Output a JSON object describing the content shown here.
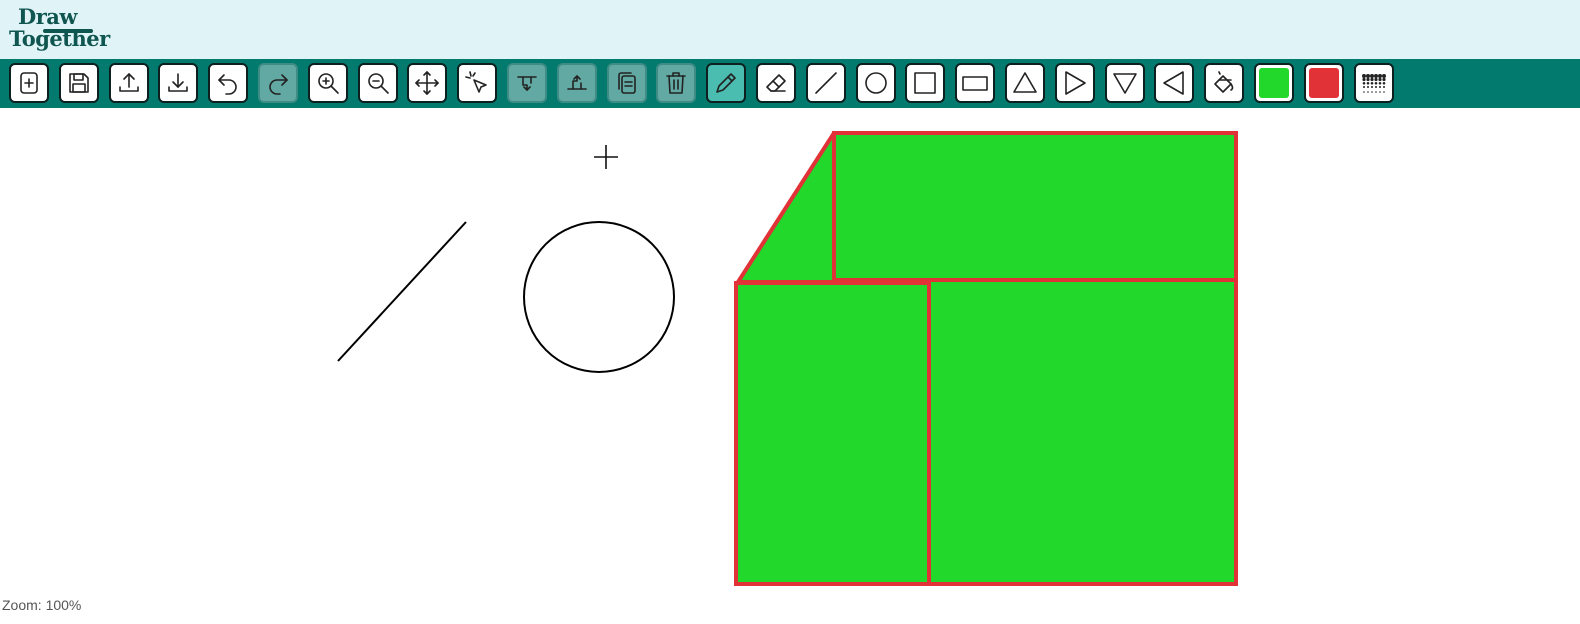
{
  "app": {
    "logo_line1": "Draw",
    "logo_line2": "Together"
  },
  "toolbar": {
    "tools": [
      {
        "name": "new-canvas",
        "icon": "file-plus-icon",
        "state": "normal"
      },
      {
        "name": "save",
        "icon": "floppy-disk-icon",
        "state": "normal"
      },
      {
        "name": "upload",
        "icon": "upload-icon",
        "state": "normal"
      },
      {
        "name": "download",
        "icon": "download-icon",
        "state": "normal"
      },
      {
        "name": "undo",
        "icon": "undo-icon",
        "state": "normal"
      },
      {
        "name": "redo",
        "icon": "redo-icon",
        "state": "disabled"
      },
      {
        "name": "zoom-in",
        "icon": "zoom-in-icon",
        "state": "normal"
      },
      {
        "name": "zoom-out",
        "icon": "zoom-out-icon",
        "state": "normal"
      },
      {
        "name": "pan",
        "icon": "move-arrows-icon",
        "state": "normal"
      },
      {
        "name": "select",
        "icon": "select-pointer-icon",
        "state": "normal"
      },
      {
        "name": "bring-forward",
        "icon": "bring-forward-icon",
        "state": "disabled"
      },
      {
        "name": "send-backward",
        "icon": "send-backward-icon",
        "state": "disabled"
      },
      {
        "name": "copy",
        "icon": "copy-icon",
        "state": "disabled"
      },
      {
        "name": "delete",
        "icon": "trash-icon",
        "state": "disabled"
      },
      {
        "name": "pencil",
        "icon": "pencil-icon",
        "state": "active"
      },
      {
        "name": "eraser",
        "icon": "eraser-icon",
        "state": "normal"
      },
      {
        "name": "line",
        "icon": "line-icon",
        "state": "normal"
      },
      {
        "name": "circle",
        "icon": "circle-icon",
        "state": "normal"
      },
      {
        "name": "square",
        "icon": "square-icon",
        "state": "normal"
      },
      {
        "name": "rectangle",
        "icon": "rectangle-icon",
        "state": "normal"
      },
      {
        "name": "triangle-up",
        "icon": "triangle-up-icon",
        "state": "normal"
      },
      {
        "name": "triangle-right",
        "icon": "triangle-right-icon",
        "state": "normal"
      },
      {
        "name": "triangle-down",
        "icon": "triangle-down-icon",
        "state": "normal"
      },
      {
        "name": "triangle-left",
        "icon": "triangle-left-icon",
        "state": "normal"
      },
      {
        "name": "fill-bucket",
        "icon": "paint-bucket-icon",
        "state": "normal"
      },
      {
        "name": "fill-color",
        "icon": "color-swatch-icon",
        "state": "normal",
        "color": "#22d82a"
      },
      {
        "name": "stroke-color",
        "icon": "color-swatch-icon",
        "state": "normal",
        "color": "#e03237"
      },
      {
        "name": "stroke-width",
        "icon": "line-weight-dots-icon",
        "state": "normal"
      }
    ]
  },
  "colors": {
    "header_bg": "#e0f4f8",
    "toolbar_bg": "#027a6e",
    "shape_fill": "#22d82a",
    "shape_stroke": "#e03237",
    "outline": "#000000"
  },
  "status": {
    "zoom": "Zoom: 100%"
  }
}
